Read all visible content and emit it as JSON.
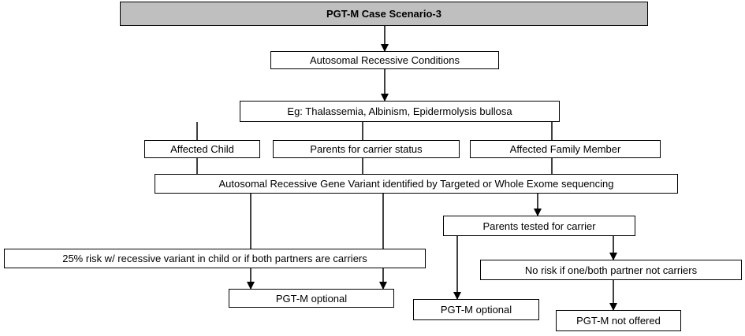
{
  "nodes": {
    "title": "PGT-M Case Scenario-3",
    "category": "Autosomal Recessive Conditions",
    "examples": "Eg: Thalassemia, Albinism, Epidermolysis bullosa",
    "affected_child": "Affected Child",
    "parents_carrier_status": "Parents for carrier status",
    "affected_family_member": "Affected Family Member",
    "gene_variant": "Autosomal Recessive Gene Variant identified by Targeted or Whole Exome sequencing",
    "parents_tested": "Parents tested for carrier",
    "risk_25": "25% risk w/ recessive variant in child or if both partners are carriers",
    "no_risk": "No risk if one/both partner not carriers",
    "pgtm_optional_left": "PGT-M optional",
    "pgtm_optional_right": "PGT-M optional",
    "pgtm_not_offered": "PGT-M not offered"
  },
  "colors": {
    "title_fill": "#bfbfbf",
    "box_fill": "#ffffff",
    "line": "#000000"
  }
}
